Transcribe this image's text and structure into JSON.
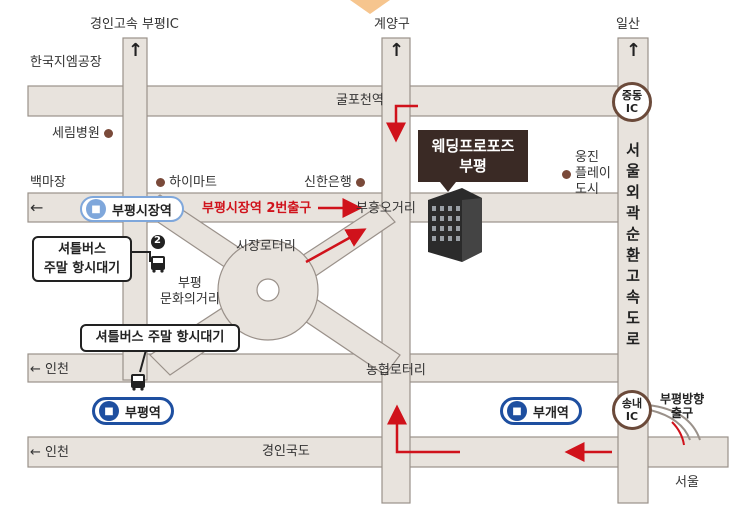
{
  "top": {
    "gyeongin_highway": "경인고속 부평IC",
    "gyeyang": "계양구",
    "ilsan": "일산"
  },
  "landmarks": {
    "hanguk": "한국지엠공장",
    "serim": "세림병원",
    "baekmajang": "백마장",
    "haimart": "하이마트",
    "shinhan": "신한은행",
    "ungjin": [
      "웅진",
      "플레이",
      "도시"
    ]
  },
  "roads": {
    "gulpo": "굴포천역",
    "sijang_rotary": "시장로터리",
    "culture_street": [
      "부평",
      "문화의거리"
    ],
    "nonghyup_rotary": "농협로터리",
    "gyeongin_road": "경인국도",
    "incheon_top": "인천",
    "incheon_bottom": "인천",
    "buheung": "부흥오거리",
    "ring_road": [
      "서",
      "울",
      "외",
      "곽",
      "순",
      "환",
      "고",
      "속",
      "도",
      "로"
    ],
    "seoul": "서울",
    "bupyeong_exit": [
      "부평방향",
      "출구"
    ]
  },
  "stations": {
    "bupyeong_market": "부평시장역",
    "bupyeong_market_exit": "부평시장역 2번출구",
    "bupyeong": "부평역",
    "bugae": "부개역"
  },
  "callouts": {
    "shuttle_top": [
      "셔틀버스",
      "주말 항시대기"
    ],
    "shuttle_top_num": "2",
    "shuttle_bottom": "셔틀버스 주말 항시대기"
  },
  "ic": {
    "jungdong": [
      "중동",
      "IC"
    ],
    "songnae": [
      "송내",
      "IC"
    ]
  },
  "venue": [
    "웨딩프로포즈",
    "부평"
  ],
  "colors": {
    "road": "#e8e3dd",
    "road_edge": "#9a918a",
    "red": "#d0121b",
    "station_blue": "#1e4fa0",
    "station_light": "#7fa7db",
    "ic_ring": "#6b4a3a",
    "building": "#2b2b2b",
    "venue_box": "#3a2a25"
  },
  "icons": {
    "up_arrow": "↑",
    "left_arrow": "←",
    "bus": "bus-icon",
    "train": "subway-icon"
  }
}
